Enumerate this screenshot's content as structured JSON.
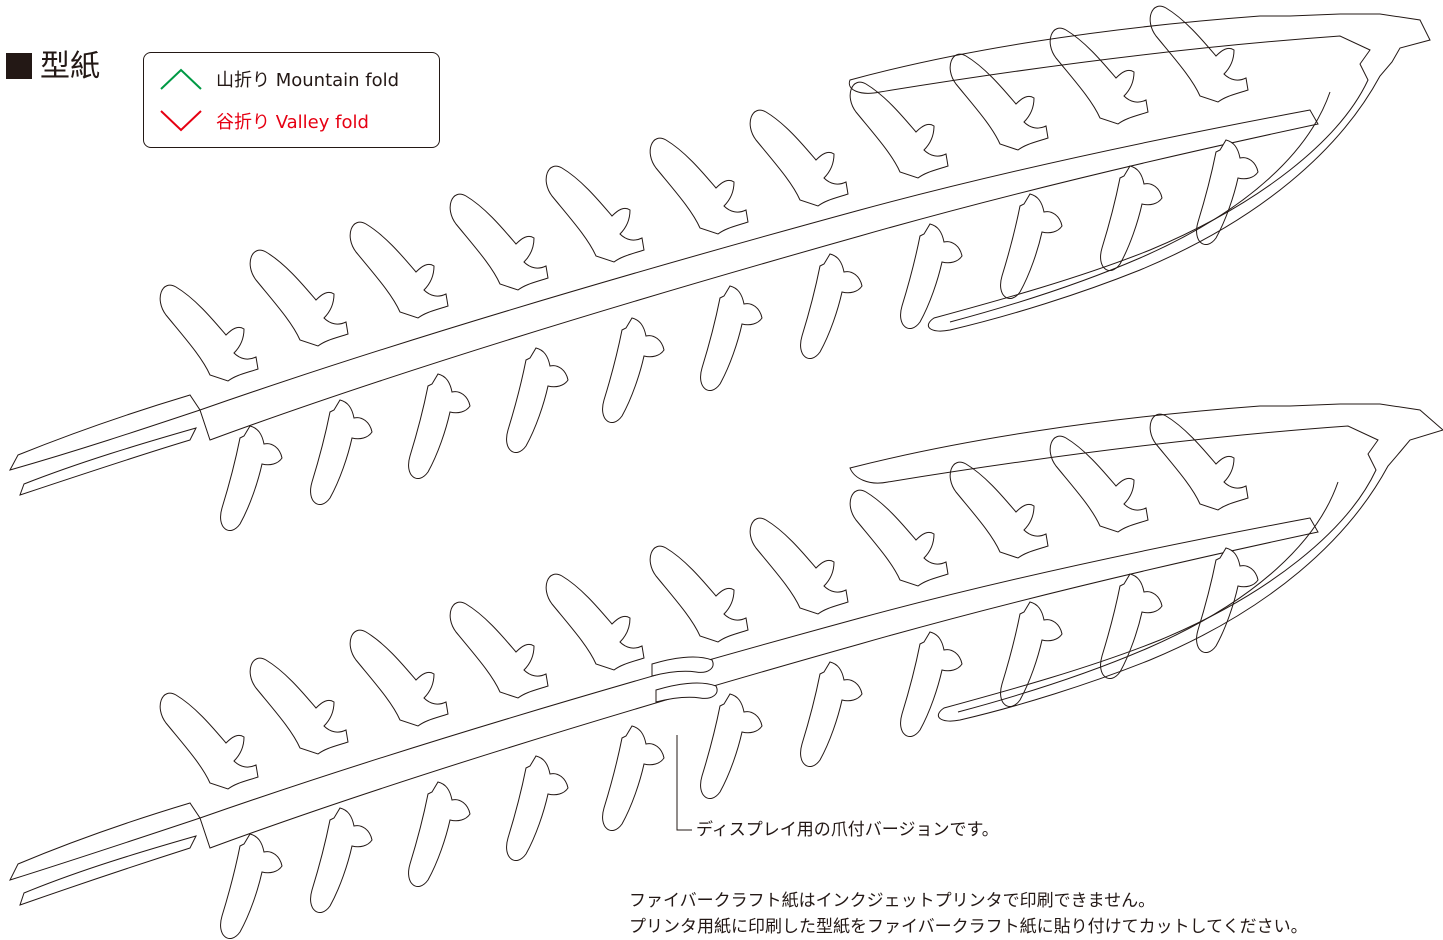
{
  "header": {
    "title": "型紙"
  },
  "legend": {
    "mountain_label": "山折り Mountain fold",
    "valley_label": "谷折り Valley fold",
    "mountain_color": "#009944",
    "valley_color": "#e60012"
  },
  "notes": {
    "display_version": "ディスプレイ用の爪付バージョンです。",
    "line1": "ファイバークラフト紙はインクジェットプリンタで印刷できません。",
    "line2": "プリンタ用紙に印刷した型紙をファイバークラフト紙に貼り付けてカットしてください。"
  }
}
